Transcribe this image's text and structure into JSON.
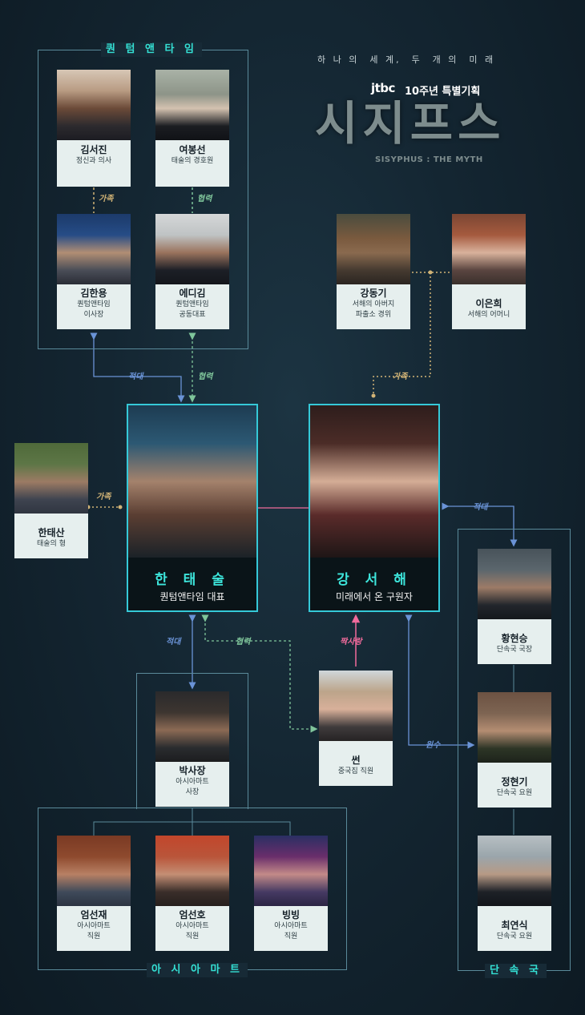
{
  "header": {
    "tagline": "하 나 의  세 계,  두  개 의  미 래",
    "network": "jtbc",
    "special": "10주년 특별기획",
    "title": "시지프스",
    "subtitle": "SISYPHUS : THE MYTH"
  },
  "groups": {
    "quantum": "퀀 텀 앤 타 임",
    "asiamart": "아 시 아 마 트",
    "enforcement": "단 속 국"
  },
  "characters": {
    "kim_seojin": {
      "name": "김서진",
      "desc": "정신과 의사"
    },
    "yeo_bongseon": {
      "name": "여봉선",
      "desc": "태술의 경호원"
    },
    "kim_hanyong": {
      "name": "김한용",
      "desc": "퀀텀앤타임\n이사장"
    },
    "eddie_kim": {
      "name": "에디김",
      "desc": "퀀텀앤타임\n공동대표"
    },
    "kang_donggi": {
      "name": "강동기",
      "desc": "서해의 아버지\n파출소 경위"
    },
    "lee_eunhee": {
      "name": "이은희",
      "desc": "서해의 어머니"
    },
    "han_taesan": {
      "name": "한태산",
      "desc": "태술의 형"
    },
    "han_taesul": {
      "name": "한 태 술",
      "desc": "퀀텀앤타임 대표"
    },
    "kang_seohae": {
      "name": "강 서 해",
      "desc": "미래에서 온 구원자"
    },
    "hwang_hyunseung": {
      "name": "황현승",
      "desc": "단속국 국장"
    },
    "jung_hyungi": {
      "name": "정현기",
      "desc": "단속국 요원"
    },
    "choi_yeonsik": {
      "name": "최연식",
      "desc": "단속국 요원"
    },
    "park_sajang": {
      "name": "박사장",
      "desc": "아시아마트\n사장"
    },
    "sseon": {
      "name": "썬",
      "desc": "중국집 직원"
    },
    "eom_seonjae": {
      "name": "엄선재",
      "desc": "아시아마트\n직원"
    },
    "eom_seonho": {
      "name": "엄선호",
      "desc": "아시아마트\n직원"
    },
    "bingbing": {
      "name": "빙빙",
      "desc": "아시아마트\n직원"
    }
  },
  "relations": {
    "family1": "가족",
    "coop1": "협력",
    "enemy1": "적대",
    "coop2": "협력",
    "family2": "가족",
    "family3": "가족",
    "enemy2": "적대",
    "enemy3": "적대",
    "coop3": "협력",
    "crush": "짝사랑",
    "revenge": "원수"
  },
  "colors": {
    "accent": "#34e0d4",
    "family": "#d2b476",
    "cooperation": "#7fc59b",
    "hostile": "#6a93d6",
    "crush": "#f16b9c",
    "border": "#5a8a9a"
  }
}
